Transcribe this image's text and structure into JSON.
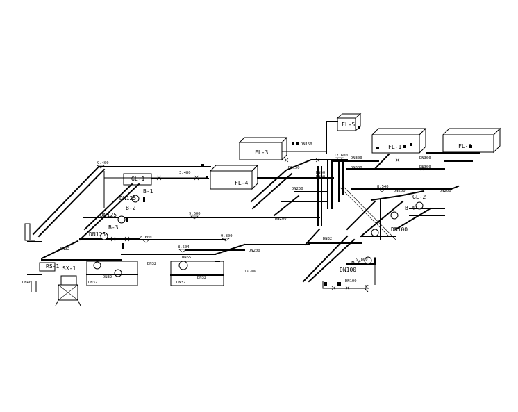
{
  "equipment": {
    "fl5": "FL-5",
    "fl3": "FL-3",
    "fl4": "FL-4",
    "fl1": "FL-1",
    "fl2": "FL-2",
    "gl1": "GL-1",
    "gl2": "GL-2",
    "b1": "B-1",
    "b2": "B-2",
    "b3": "B-3",
    "b4": "B-4",
    "b5": "B-5",
    "rs1": "RS-1",
    "sx1": "SX-1",
    "k": "K"
  },
  "pipe_labels": {
    "dn300_a": "DN300",
    "dn300_b": "DN300",
    "dn300_c": "DN300",
    "dn300_d": "DN300",
    "dn200_top": "DN200",
    "dn200_mid": "DN200",
    "dn200_low": "DN200",
    "dn200_right": "DN200",
    "dn125_a": "DN125",
    "dn125_b": "DN125",
    "dn125_c": "DN125",
    "dn100_a": "DN100",
    "dn100_b": "DN100",
    "dn150": "DN150",
    "dn150_b": "DN150",
    "dn50_a": "DN50",
    "dn50_b": "DN50",
    "dn32_a": "DN32",
    "dn32_b": "DN32",
    "dn32_c": "DN32",
    "dn32_d": "DN32",
    "dn32_e": "DN32",
    "dn32_f": "DN32",
    "dn32_g": "DN32",
    "dn40": "DN40",
    "dn250": "DN250",
    "dn65": "DN65",
    "dn100_box": "DN100"
  },
  "elevations": {
    "e9400": "9.400",
    "e9600": "9.600",
    "e8600": "8.600",
    "e8504": "8.504",
    "e9800_a": "9.800",
    "e9800_b": "9.800",
    "e12600": "12.600",
    "e3480": "3.480",
    "e8540": "8.540",
    "e10400": "10.400"
  }
}
